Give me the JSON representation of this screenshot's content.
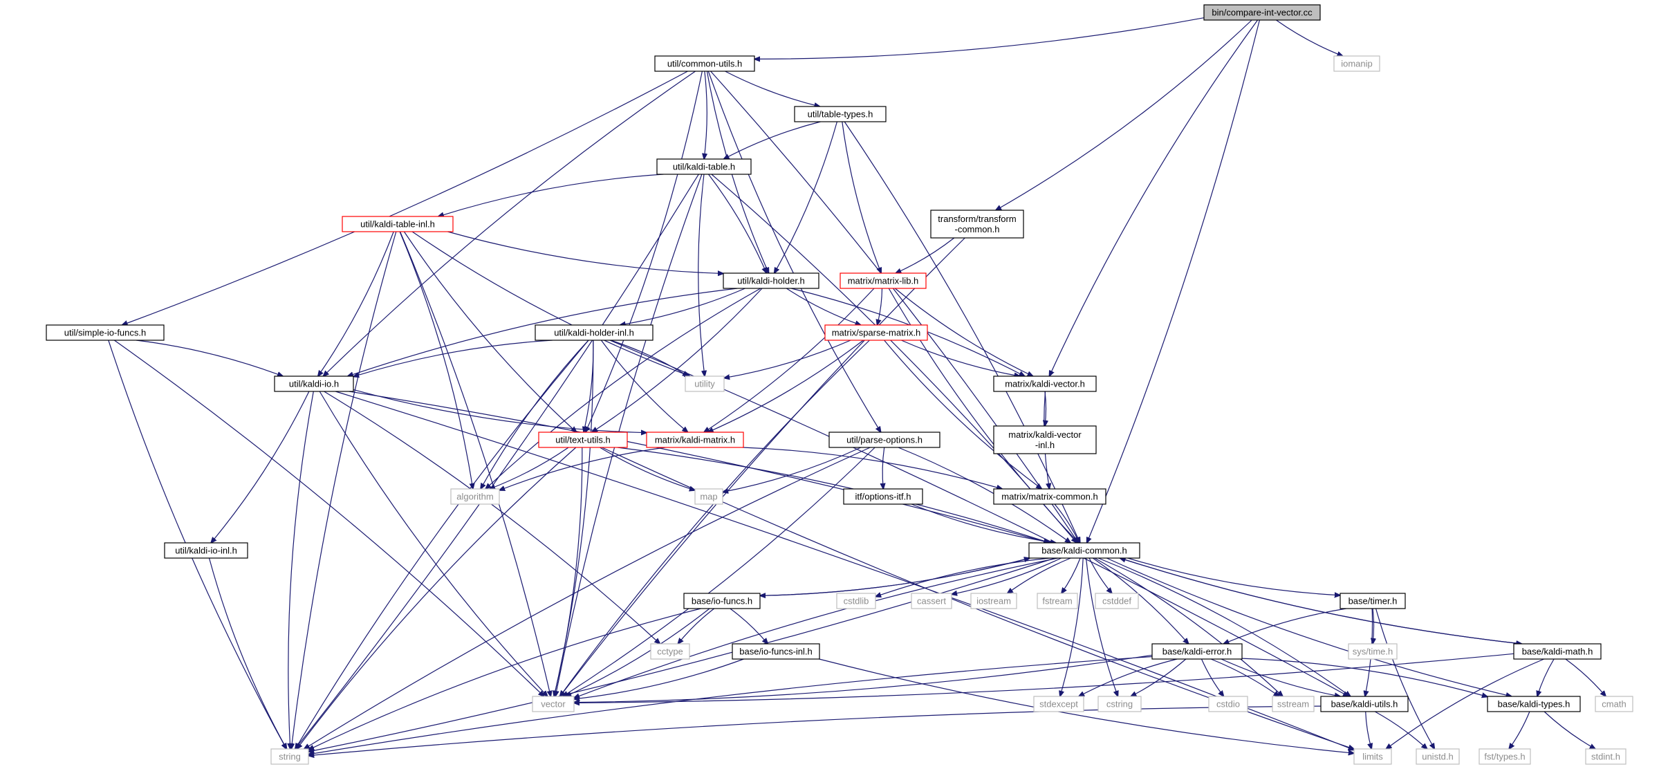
{
  "graph": {
    "nodes": [
      {
        "id": "root",
        "label": "bin/compare-int-vector.cc",
        "kind": "root"
      },
      {
        "id": "common_utils",
        "label": "util/common-utils.h",
        "kind": "normal"
      },
      {
        "id": "iomanip",
        "label": "iomanip",
        "kind": "system"
      },
      {
        "id": "table_types",
        "label": "util/table-types.h",
        "kind": "normal"
      },
      {
        "id": "kaldi_table",
        "label": "util/kaldi-table.h",
        "kind": "normal"
      },
      {
        "id": "kaldi_table_inl",
        "label": "util/kaldi-table-inl.h",
        "kind": "truncated"
      },
      {
        "id": "transform_common",
        "label": [
          "transform/transform",
          "-common.h"
        ],
        "kind": "normal"
      },
      {
        "id": "kaldi_holder",
        "label": "util/kaldi-holder.h",
        "kind": "normal"
      },
      {
        "id": "matrix_lib",
        "label": "matrix/matrix-lib.h",
        "kind": "truncated"
      },
      {
        "id": "simple_io",
        "label": "util/simple-io-funcs.h",
        "kind": "normal"
      },
      {
        "id": "kaldi_holder_inl",
        "label": "util/kaldi-holder-inl.h",
        "kind": "normal"
      },
      {
        "id": "sparse_matrix",
        "label": "matrix/sparse-matrix.h",
        "kind": "truncated"
      },
      {
        "id": "utility",
        "label": "utility",
        "kind": "system"
      },
      {
        "id": "kaldi_vector",
        "label": "matrix/kaldi-vector.h",
        "kind": "normal"
      },
      {
        "id": "kaldi_io",
        "label": "util/kaldi-io.h",
        "kind": "normal"
      },
      {
        "id": "kaldi_vector_inl",
        "label": [
          "matrix/kaldi-vector",
          "-inl.h"
        ],
        "kind": "normal"
      },
      {
        "id": "text_utils",
        "label": "util/text-utils.h",
        "kind": "truncated"
      },
      {
        "id": "kaldi_matrix",
        "label": "matrix/kaldi-matrix.h",
        "kind": "truncated"
      },
      {
        "id": "parse_options",
        "label": "util/parse-options.h",
        "kind": "normal"
      },
      {
        "id": "algorithm",
        "label": "algorithm",
        "kind": "system"
      },
      {
        "id": "map",
        "label": "map",
        "kind": "system"
      },
      {
        "id": "options_itf",
        "label": "itf/options-itf.h",
        "kind": "normal"
      },
      {
        "id": "matrix_common",
        "label": "matrix/matrix-common.h",
        "kind": "normal"
      },
      {
        "id": "kaldi_io_inl",
        "label": "util/kaldi-io-inl.h",
        "kind": "normal"
      },
      {
        "id": "kaldi_common",
        "label": "base/kaldi-common.h",
        "kind": "normal"
      },
      {
        "id": "cstdlib",
        "label": "cstdlib",
        "kind": "system"
      },
      {
        "id": "cassert",
        "label": "cassert",
        "kind": "system"
      },
      {
        "id": "iostream",
        "label": "iostream",
        "kind": "system"
      },
      {
        "id": "fstream",
        "label": "fstream",
        "kind": "system"
      },
      {
        "id": "cstddef",
        "label": "cstddef",
        "kind": "system"
      },
      {
        "id": "io_funcs",
        "label": "base/io-funcs.h",
        "kind": "normal"
      },
      {
        "id": "timer",
        "label": "base/timer.h",
        "kind": "normal"
      },
      {
        "id": "systime",
        "label": "sys/time.h",
        "kind": "system"
      },
      {
        "id": "cctype",
        "label": "cctype",
        "kind": "system"
      },
      {
        "id": "io_funcs_inl",
        "label": "base/io-funcs-inl.h",
        "kind": "normal"
      },
      {
        "id": "kaldi_error",
        "label": "base/kaldi-error.h",
        "kind": "normal"
      },
      {
        "id": "kaldi_math",
        "label": "base/kaldi-math.h",
        "kind": "normal"
      },
      {
        "id": "vector",
        "label": "vector",
        "kind": "system"
      },
      {
        "id": "stdexcept",
        "label": "stdexcept",
        "kind": "system"
      },
      {
        "id": "cstring",
        "label": "cstring",
        "kind": "system"
      },
      {
        "id": "cstdio",
        "label": "cstdio",
        "kind": "system"
      },
      {
        "id": "sstream",
        "label": "sstream",
        "kind": "system"
      },
      {
        "id": "kaldi_utils",
        "label": "base/kaldi-utils.h",
        "kind": "normal"
      },
      {
        "id": "kaldi_types",
        "label": "base/kaldi-types.h",
        "kind": "normal"
      },
      {
        "id": "cmath",
        "label": "cmath",
        "kind": "system"
      },
      {
        "id": "string",
        "label": "string",
        "kind": "system"
      },
      {
        "id": "limits",
        "label": "limits",
        "kind": "system"
      },
      {
        "id": "unistd",
        "label": "unistd.h",
        "kind": "system"
      },
      {
        "id": "fst_types",
        "label": "fst/types.h",
        "kind": "system"
      },
      {
        "id": "stdint",
        "label": "stdint.h",
        "kind": "system"
      }
    ],
    "edges": [
      [
        "root",
        "common_utils"
      ],
      [
        "root",
        "iomanip"
      ],
      [
        "root",
        "transform_common"
      ],
      [
        "root",
        "kaldi_vector"
      ],
      [
        "root",
        "kaldi_common"
      ],
      [
        "common_utils",
        "table_types"
      ],
      [
        "common_utils",
        "kaldi_table"
      ],
      [
        "common_utils",
        "kaldi_holder"
      ],
      [
        "common_utils",
        "simple_io"
      ],
      [
        "common_utils",
        "kaldi_io"
      ],
      [
        "common_utils",
        "text_utils"
      ],
      [
        "common_utils",
        "parse_options"
      ],
      [
        "common_utils",
        "kaldi_common"
      ],
      [
        "table_types",
        "kaldi_table"
      ],
      [
        "table_types",
        "kaldi_holder"
      ],
      [
        "table_types",
        "matrix_lib"
      ],
      [
        "table_types",
        "kaldi_common"
      ],
      [
        "kaldi_table",
        "kaldi_table_inl"
      ],
      [
        "kaldi_table",
        "kaldi_holder"
      ],
      [
        "kaldi_table",
        "utility"
      ],
      [
        "kaldi_table",
        "string"
      ],
      [
        "kaldi_table",
        "vector"
      ],
      [
        "kaldi_table",
        "kaldi_common"
      ],
      [
        "kaldi_table_inl",
        "kaldi_holder"
      ],
      [
        "kaldi_table_inl",
        "kaldi_io"
      ],
      [
        "kaldi_table_inl",
        "text_utils"
      ],
      [
        "kaldi_table_inl",
        "algorithm"
      ],
      [
        "kaldi_table_inl",
        "utility"
      ],
      [
        "kaldi_table_inl",
        "vector"
      ],
      [
        "kaldi_table_inl",
        "string"
      ],
      [
        "transform_common",
        "matrix_lib"
      ],
      [
        "transform_common",
        "vector"
      ],
      [
        "kaldi_holder",
        "kaldi_holder_inl"
      ],
      [
        "kaldi_holder",
        "kaldi_io"
      ],
      [
        "kaldi_holder",
        "text_utils"
      ],
      [
        "kaldi_holder",
        "sparse_matrix"
      ],
      [
        "kaldi_holder",
        "kaldi_vector"
      ],
      [
        "kaldi_holder",
        "algorithm"
      ],
      [
        "matrix_lib",
        "sparse_matrix"
      ],
      [
        "matrix_lib",
        "kaldi_vector"
      ],
      [
        "matrix_lib",
        "kaldi_matrix"
      ],
      [
        "matrix_lib",
        "kaldi_common"
      ],
      [
        "simple_io",
        "kaldi_io"
      ],
      [
        "simple_io",
        "string"
      ],
      [
        "simple_io",
        "vector"
      ],
      [
        "kaldi_holder_inl",
        "kaldi_io"
      ],
      [
        "kaldi_holder_inl",
        "text_utils"
      ],
      [
        "kaldi_holder_inl",
        "kaldi_matrix"
      ],
      [
        "kaldi_holder_inl",
        "utility"
      ],
      [
        "kaldi_holder_inl",
        "algorithm"
      ],
      [
        "kaldi_holder_inl",
        "vector"
      ],
      [
        "kaldi_holder_inl",
        "string"
      ],
      [
        "kaldi_holder_inl",
        "kaldi_utils"
      ],
      [
        "sparse_matrix",
        "kaldi_vector"
      ],
      [
        "sparse_matrix",
        "kaldi_matrix"
      ],
      [
        "sparse_matrix",
        "matrix_common"
      ],
      [
        "sparse_matrix",
        "utility"
      ],
      [
        "sparse_matrix",
        "vector"
      ],
      [
        "kaldi_vector",
        "kaldi_vector_inl"
      ],
      [
        "kaldi_vector",
        "matrix_common"
      ],
      [
        "kaldi_io",
        "kaldi_io_inl"
      ],
      [
        "kaldi_io",
        "kaldi_matrix"
      ],
      [
        "kaldi_io",
        "kaldi_common"
      ],
      [
        "kaldi_io",
        "string"
      ],
      [
        "kaldi_io",
        "cctype"
      ],
      [
        "kaldi_io",
        "vector"
      ],
      [
        "kaldi_io",
        "limits"
      ],
      [
        "kaldi_io_inl",
        "string"
      ],
      [
        "text_utils",
        "algorithm"
      ],
      [
        "text_utils",
        "map"
      ],
      [
        "text_utils",
        "kaldi_common"
      ],
      [
        "text_utils",
        "string"
      ],
      [
        "text_utils",
        "vector"
      ],
      [
        "text_utils",
        "limits"
      ],
      [
        "kaldi_matrix",
        "matrix_common"
      ],
      [
        "kaldi_matrix",
        "algorithm"
      ],
      [
        "parse_options",
        "map"
      ],
      [
        "parse_options",
        "options_itf"
      ],
      [
        "parse_options",
        "kaldi_common"
      ],
      [
        "parse_options",
        "string"
      ],
      [
        "parse_options",
        "vector"
      ],
      [
        "options_itf",
        "kaldi_common"
      ],
      [
        "matrix_common",
        "kaldi_common"
      ],
      [
        "kaldi_common",
        "cstdlib"
      ],
      [
        "kaldi_common",
        "cassert"
      ],
      [
        "kaldi_common",
        "iostream"
      ],
      [
        "kaldi_common",
        "fstream"
      ],
      [
        "kaldi_common",
        "cstddef"
      ],
      [
        "kaldi_common",
        "io_funcs"
      ],
      [
        "kaldi_common",
        "timer"
      ],
      [
        "kaldi_common",
        "kaldi_error"
      ],
      [
        "kaldi_common",
        "kaldi_math"
      ],
      [
        "kaldi_common",
        "kaldi_utils"
      ],
      [
        "kaldi_common",
        "kaldi_types"
      ],
      [
        "kaldi_common",
        "stdexcept"
      ],
      [
        "kaldi_common",
        "cstring"
      ],
      [
        "kaldi_common",
        "sstream"
      ],
      [
        "kaldi_common",
        "vector"
      ],
      [
        "kaldi_common",
        "string"
      ],
      [
        "io_funcs",
        "kaldi_common"
      ],
      [
        "io_funcs",
        "io_funcs_inl"
      ],
      [
        "io_funcs",
        "cctype"
      ],
      [
        "io_funcs",
        "vector"
      ],
      [
        "io_funcs",
        "string"
      ],
      [
        "io_funcs_inl",
        "vector"
      ],
      [
        "io_funcs_inl",
        "limits"
      ],
      [
        "timer",
        "systime"
      ],
      [
        "timer",
        "unistd"
      ],
      [
        "timer",
        "kaldi_utils"
      ],
      [
        "timer",
        "kaldi_error"
      ],
      [
        "kaldi_error",
        "vector"
      ],
      [
        "kaldi_error",
        "stdexcept"
      ],
      [
        "kaldi_error",
        "cstring"
      ],
      [
        "kaldi_error",
        "cstdio"
      ],
      [
        "kaldi_error",
        "sstream"
      ],
      [
        "kaldi_error",
        "kaldi_utils"
      ],
      [
        "kaldi_error",
        "kaldi_types"
      ],
      [
        "kaldi_error",
        "string"
      ],
      [
        "kaldi_math",
        "kaldi_common"
      ],
      [
        "kaldi_math",
        "kaldi_types"
      ],
      [
        "kaldi_math",
        "cmath"
      ],
      [
        "kaldi_math",
        "limits"
      ],
      [
        "kaldi_math",
        "vector"
      ],
      [
        "kaldi_utils",
        "limits"
      ],
      [
        "kaldi_utils",
        "unistd"
      ],
      [
        "kaldi_utils",
        "string"
      ],
      [
        "kaldi_types",
        "fst_types"
      ],
      [
        "kaldi_types",
        "stdint"
      ]
    ]
  },
  "colors": {
    "edge": "#191970",
    "root_fill": "#bfbfbf",
    "normal_border": "#000000",
    "truncated_border": "#ff0000",
    "system_border": "#bfbfbf",
    "system_text": "#8c8c8c"
  }
}
